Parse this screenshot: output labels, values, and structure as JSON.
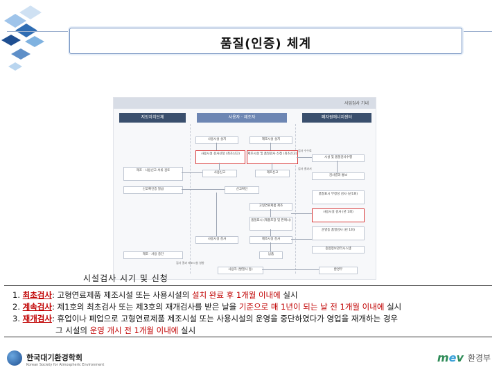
{
  "header": {
    "title": "품질(인증) 체계"
  },
  "diagram": {
    "title": "사업검사 기내",
    "columns": [
      "지방자치단체",
      "사용자 · 제조자",
      "폐자원에너지센터"
    ],
    "left_boxes": [
      "제조 · 사용신고 서류 검토",
      "신고확인증 발급",
      "제조 · 사용 중단"
    ],
    "mid_boxes": [
      "사용시설 설치",
      "제조시설 설치",
      "사용시설 검사신청 (최초신고)",
      "제조시설 및 품질검사 신청 (최초신고)",
      "사용신고",
      "제조신고",
      "신고확인",
      "고형연료제품 제조",
      "품질표시 (제품포장 및 판매시)",
      "사용시설 검사",
      "제조시설 검사",
      "납품",
      "사용자 (발열사 등)"
    ],
    "right_boxes": [
      "시설 및 품질검사수행",
      "검사결과 통보",
      "품질표시 부정성 검사 (년1회)",
      "사용시설 검사 (년 1회)",
      "운영등 품질검사 (년 1회)",
      "종합정보관리시스템",
      "환경부"
    ],
    "side_notes": [
      "검사 수수료",
      "검사 결과서",
      "검사 결과 제조시설 영향"
    ]
  },
  "caption": "시설검사 시기 및 신청",
  "notes": [
    {
      "num": "1.",
      "term": "최초검사",
      "text_a": ": 고형연료제품 제조시설 또는 사용시설의 ",
      "hl": "설치 완료 후 1개월 이내에",
      "text_b": " 실시"
    },
    {
      "num": "2.",
      "term": "계속검사",
      "text_a": ": 제1호의 최초검사 또는 제3호의 재개검사를 받은 날을 ",
      "hl": "기준으로 매 1년이 되는 날 전 1개월 이내에",
      "text_b": " 실시"
    },
    {
      "num": "3.",
      "term": "재개검사",
      "text_a": ": 휴업이나 폐업으로 고형연료제품 제조시설 또는 사용시설의 운영을 중단하였다가 영업을 재개하는 경우"
    }
  ],
  "note3_cont": {
    "text_a": "그 시설의 ",
    "hl": "운영 개시 전 1개월 이내에",
    "text_b": " 실시"
  },
  "footer": {
    "org_name": "한국대기환경학회",
    "org_sub": "Korean Society for Atmospheric Environment",
    "ministry": "환경부",
    "mev_m": "m",
    "mev_e": "e",
    "mev_v": "v"
  }
}
